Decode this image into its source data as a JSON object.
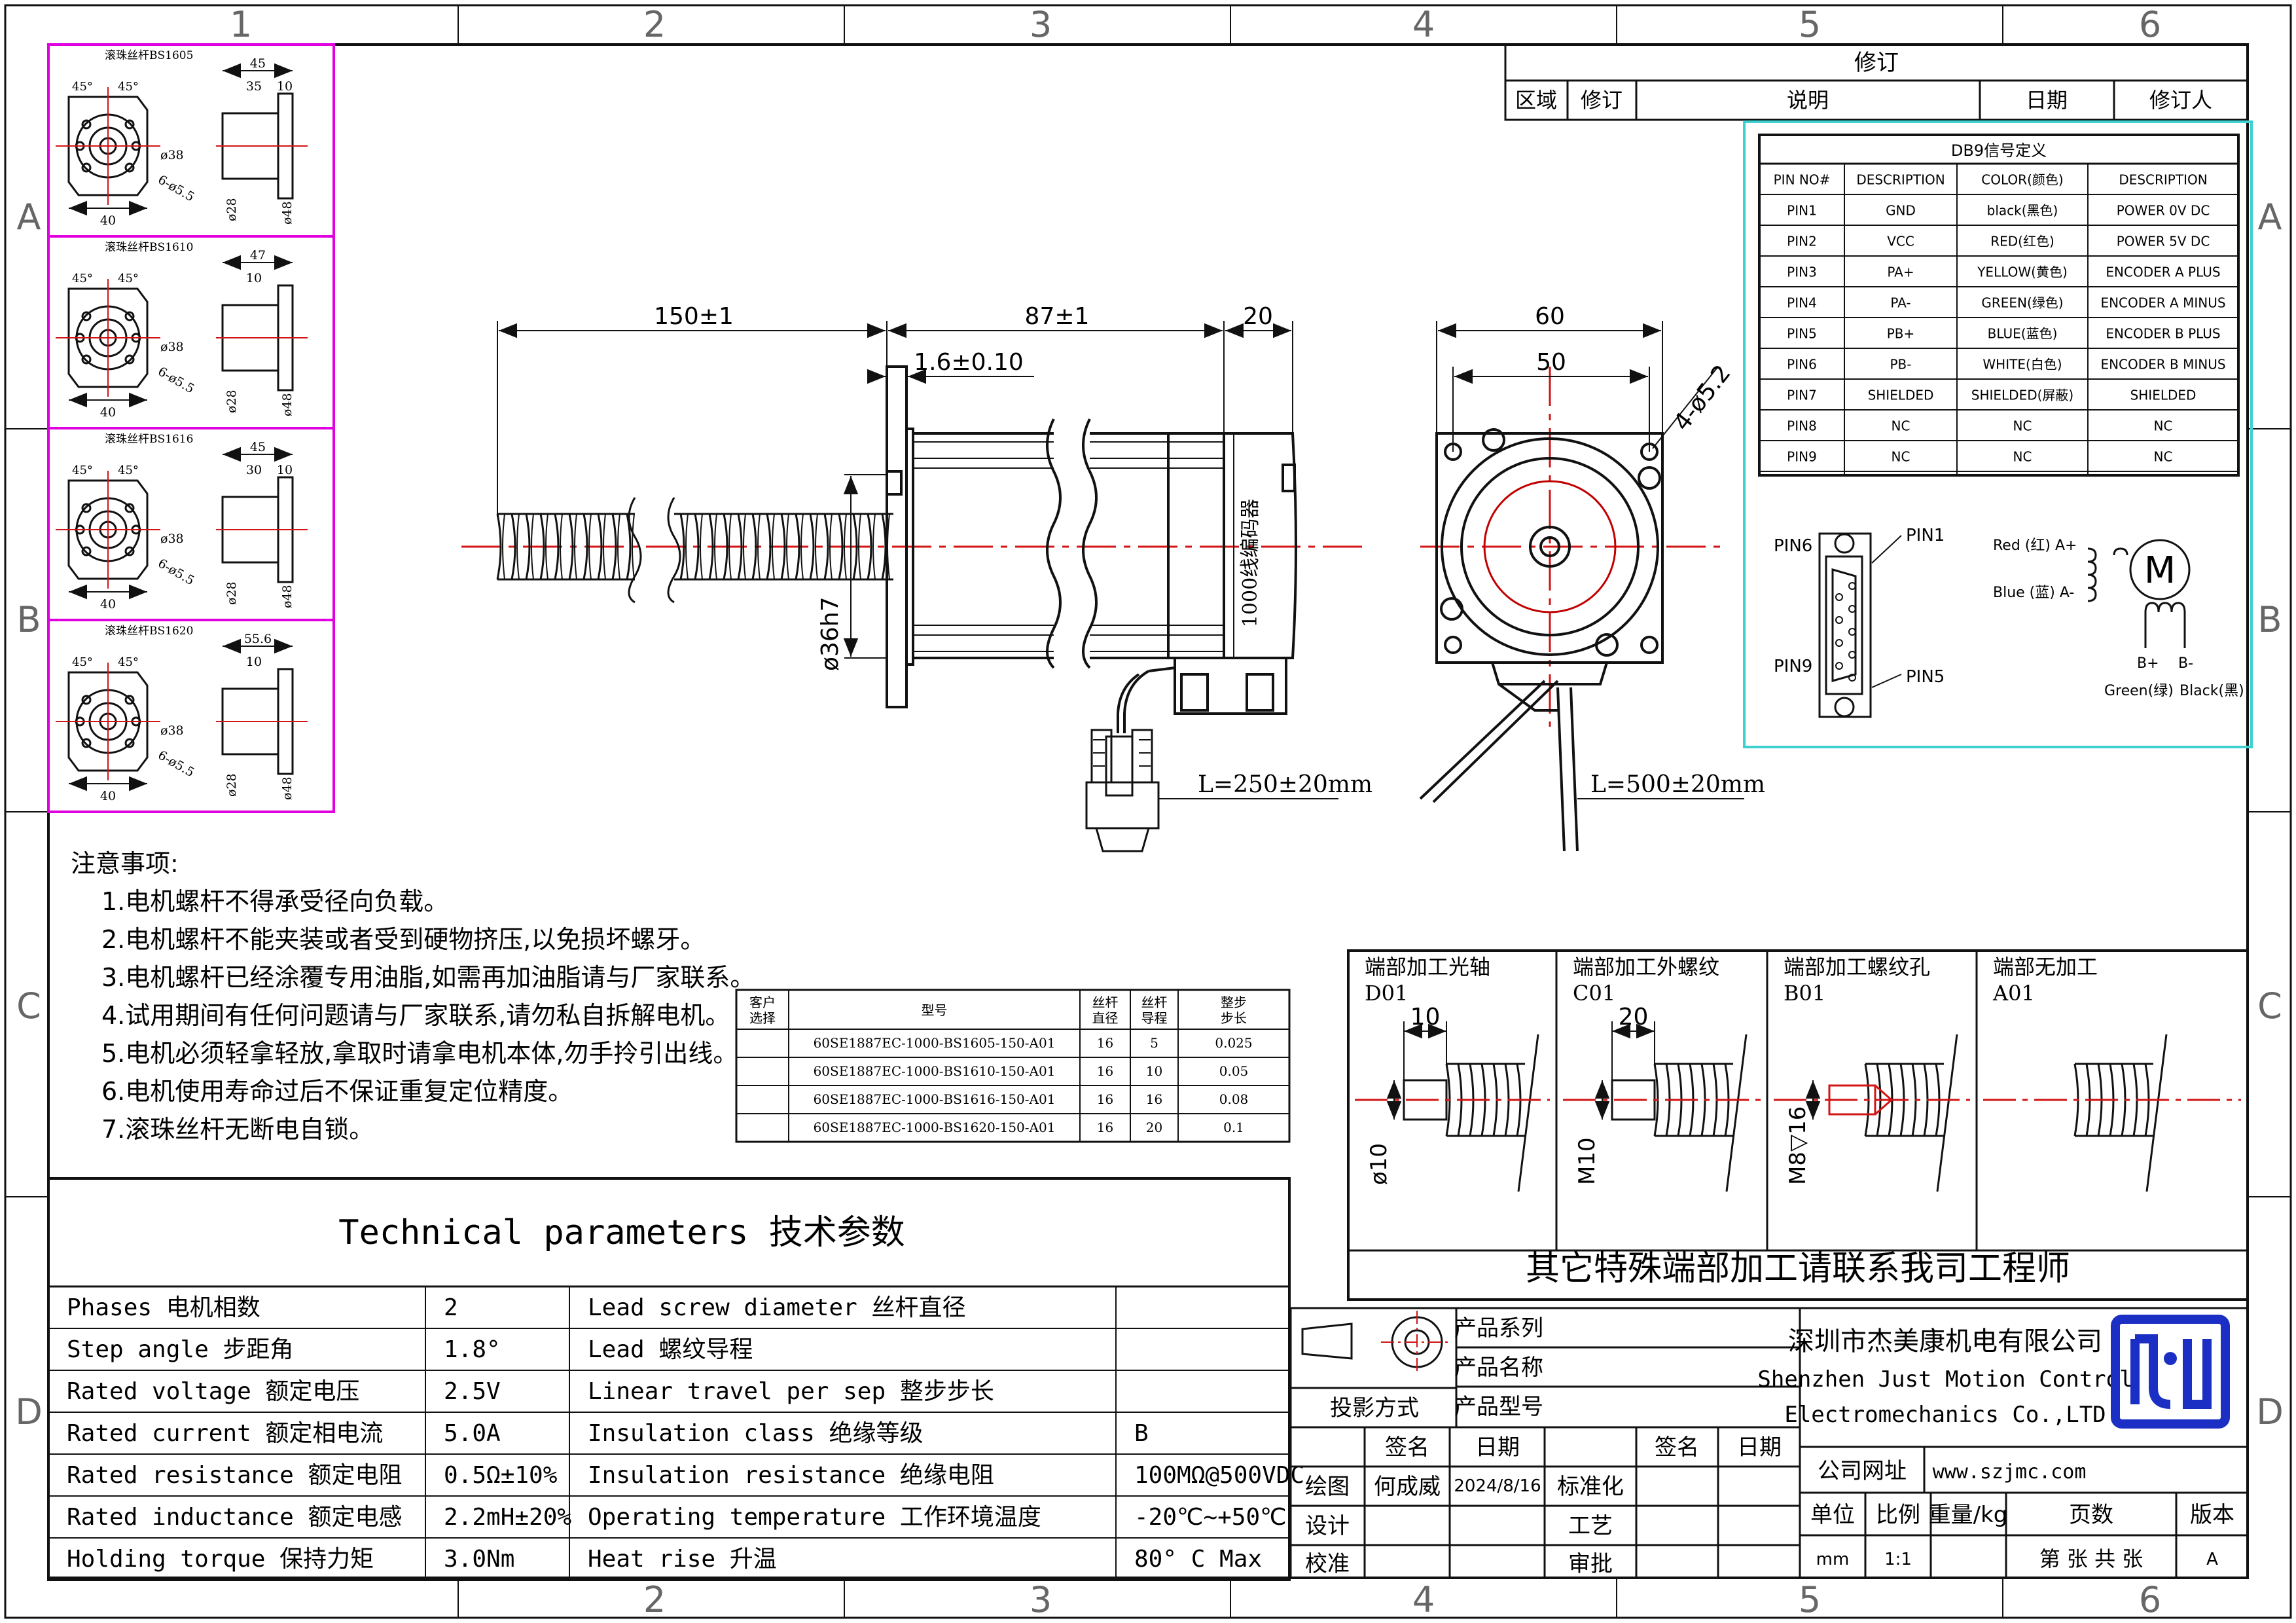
{
  "grid": {
    "columns": [
      "1",
      "2",
      "3",
      "4",
      "5",
      "6"
    ],
    "rows": [
      "A",
      "B",
      "C",
      "D"
    ]
  },
  "revision": {
    "title": "修订",
    "headers": [
      "区域",
      "修订",
      "说明",
      "日期",
      "修订人"
    ]
  },
  "db9": {
    "title": "DB9信号定义",
    "headers": [
      "PIN NO#",
      "DESCRIPTION",
      "COLOR(颜色)",
      "DESCRIPTION"
    ],
    "rows": [
      [
        "PIN1",
        "GND",
        "black(黑色)",
        "POWER 0V DC"
      ],
      [
        "PIN2",
        "VCC",
        "RED(红色)",
        "POWER 5V DC"
      ],
      [
        "PIN3",
        "PA+",
        "YELLOW(黄色)",
        "ENCODER A PLUS"
      ],
      [
        "PIN4",
        "PA-",
        "GREEN(绿色)",
        "ENCODER A MINUS"
      ],
      [
        "PIN5",
        "PB+",
        "BLUE(蓝色)",
        "ENCODER B PLUS"
      ],
      [
        "PIN6",
        "PB-",
        "WHITE(白色)",
        "ENCODER B MINUS"
      ],
      [
        "PIN7",
        "SHIELDED",
        "SHIELDED(屏蔽)",
        "SHIELDED"
      ],
      [
        "PIN8",
        "NC",
        "NC",
        "NC"
      ],
      [
        "PIN9",
        "NC",
        "NC",
        "NC"
      ]
    ],
    "connector": {
      "pin6": "PIN6",
      "pin1": "PIN1",
      "pin9": "PIN9",
      "pin5": "PIN5"
    },
    "coil": {
      "red": "Red (红) A+",
      "blue": "Blue (蓝) A-",
      "motor": "M",
      "bplus": "B+",
      "bminus": "B-",
      "green": "Green(绿)",
      "black": "Black(黑)"
    }
  },
  "variants": [
    {
      "title": "滚珠丝杆BS1605",
      "w1": "45",
      "w2": "35",
      "w3": "10",
      "bottom": "40",
      "d1": "ø38",
      "holes": "6-ø5.5",
      "s1": "ø28",
      "s2": "ø48",
      "a": "45°",
      "b": "45°"
    },
    {
      "title": "滚珠丝杆BS1610",
      "w1": "47",
      "w2": "10",
      "w3": "",
      "bottom": "40",
      "d1": "ø38",
      "holes": "6-ø5.5",
      "s1": "ø28",
      "s2": "ø48",
      "a": "45°",
      "b": "45°"
    },
    {
      "title": "滚珠丝杆BS1616",
      "w1": "45",
      "w2": "30",
      "w3": "10",
      "bottom": "40",
      "d1": "ø38",
      "holes": "6-ø5.5",
      "s1": "ø28",
      "s2": "ø48",
      "a": "45°",
      "b": "45°"
    },
    {
      "title": "滚珠丝杆BS1620",
      "w1": "55.6",
      "w2": "10",
      "w3": "",
      "bottom": "40",
      "d1": "ø38",
      "holes": "6-ø5.5",
      "s1": "ø28",
      "s2": "ø48",
      "a": "45°",
      "b": "45°"
    }
  ],
  "main_drawing": {
    "dim_screw": "150±1",
    "dim_body": "87±1",
    "dim_enc": "20",
    "dim_step": "1.6±0.10",
    "dim_pilot": "ø36h7",
    "encoder_label": "1000线编码器",
    "cable_side": "L=250±20mm",
    "dim_60": "60",
    "dim_50": "50",
    "dim_holes": "4-ø5.2",
    "cable_front": "L=500±20mm"
  },
  "notes": {
    "title": "注意事项:",
    "items": [
      "1.电机螺杆不得承受径向负载。",
      "2.电机螺杆不能夹装或者受到硬物挤压,以免损坏螺牙。",
      "3.电机螺杆已经涂覆专用油脂,如需再加油脂请与厂家联系。",
      "4.试用期间有任何问题请与厂家联系,请勿私自拆解电机。",
      "5.电机必须轻拿轻放,拿取时请拿电机本体,勿手拎引出线。",
      "6.电机使用寿命过后不保证重复定位精度。",
      "7.滚珠丝杆无断电自锁。"
    ]
  },
  "models": {
    "headers": [
      "客户\n选择",
      "型号",
      "丝杆\n直径",
      "丝杆\n导程",
      "整步\n步长"
    ],
    "rows": [
      [
        "",
        "60SE1887EC-1000-BS1605-150-A01",
        "16",
        "5",
        "0.025"
      ],
      [
        "",
        "60SE1887EC-1000-BS1610-150-A01",
        "16",
        "10",
        "0.05"
      ],
      [
        "",
        "60SE1887EC-1000-BS1616-150-A01",
        "16",
        "16",
        "0.08"
      ],
      [
        "",
        "60SE1887EC-1000-BS1620-150-A01",
        "16",
        "20",
        "0.1"
      ]
    ]
  },
  "tech": {
    "title": "Technical parameters 技术参数",
    "rows": [
      [
        "Phases  电机相数",
        "2",
        "Lead screw diameter 丝杆直径",
        ""
      ],
      [
        "Step angle 步距角",
        "1.8°",
        "Lead 螺纹导程",
        ""
      ],
      [
        "Rated voltage 额定电压",
        "2.5V",
        "Linear travel per sep 整步步长",
        ""
      ],
      [
        "Rated current 额定相电流",
        "5.0A",
        "Insulation class 绝缘等级",
        "B"
      ],
      [
        "Rated resistance 额定电阻",
        "0.5Ω±10%",
        "Insulation resistance 绝缘电阻",
        "100MΩ@500VDC"
      ],
      [
        "Rated inductance 额定电感",
        "2.2mH±20%",
        "Operating temperature 工作环境温度",
        "-20℃~+50℃"
      ],
      [
        "Holding torque 保持力矩",
        "3.0Nm",
        "Heat rise 升温",
        "80° C Max"
      ]
    ]
  },
  "ends": {
    "panels": [
      {
        "title": "端部加工光轴",
        "code": "D01",
        "dim": "10",
        "dia": "ø10"
      },
      {
        "title": "端部加工外螺纹",
        "code": "C01",
        "dim": "20",
        "dia": "M10"
      },
      {
        "title": "端部加工螺纹孔",
        "code": "B01",
        "dim": "",
        "dia": "M8▽16"
      },
      {
        "title": "端部无加工",
        "code": "A01",
        "dim": "",
        "dia": ""
      }
    ],
    "footer": "其它特殊端部加工请联系我司工程师"
  },
  "title_block": {
    "projection": "投影方式",
    "series": "产品系列",
    "name": "产品名称",
    "model": "产品型号",
    "sign": "签名",
    "date": "日期",
    "draw": "绘图",
    "drawer": "何成威",
    "draw_date": "2024/8/16",
    "std": "标准化",
    "design": "设计",
    "craft": "工艺",
    "check": "校准",
    "approve": "审批",
    "sign2": "签名",
    "date2": "日期",
    "company_cn": "深圳市杰美康机电有限公司",
    "company_en1": "Shenzhen Just Motion Control",
    "company_en2": "Electromechanics Co.,LTD",
    "web_label": "公司网址",
    "web": "www.szjmc.com",
    "unit": "单位",
    "ratio": "比例",
    "weight": "重量/kg",
    "pages": "页数",
    "version": "版本",
    "unit_val": "mm",
    "ratio_val": "1:1",
    "pages_val": "第 张 共 张",
    "version_val": "A",
    "logo_color": "#1b2fc4"
  },
  "colors": {
    "line": "#111111",
    "center": "#d21414",
    "frame_variants": "#e000e0",
    "frame_db9": "#3fd0d0",
    "revision_red": "#c00000"
  }
}
